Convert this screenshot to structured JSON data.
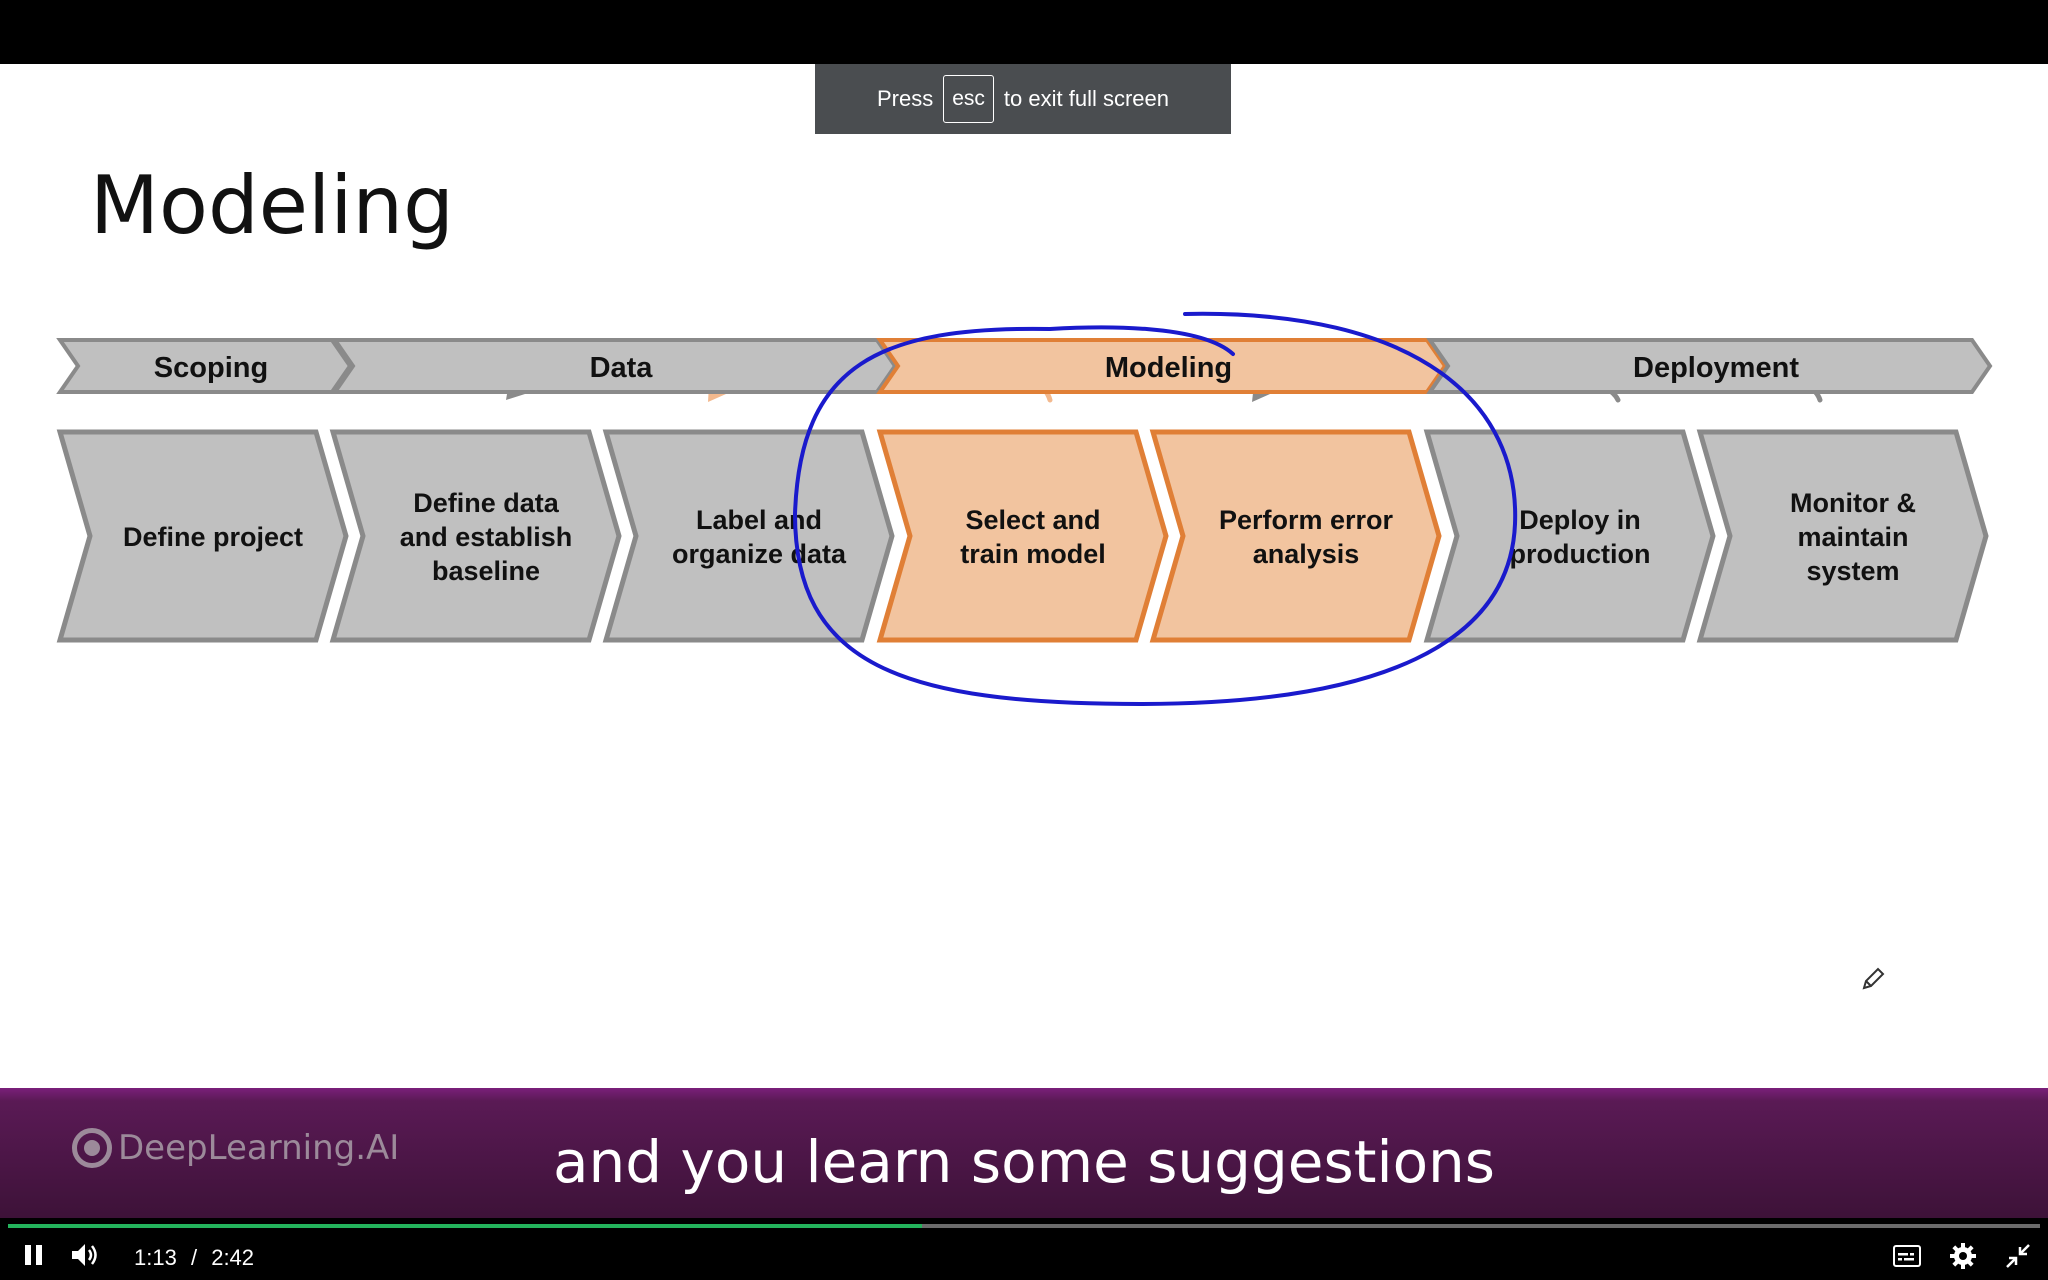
{
  "slide": {
    "title": "Modeling",
    "phases": [
      "Scoping",
      "Data",
      "Modeling",
      "Deployment"
    ],
    "steps": [
      [
        "Define project"
      ],
      [
        "Define data",
        "and establish",
        "baseline"
      ],
      [
        "Label and",
        "organize data"
      ],
      [
        "Select and",
        "train model"
      ],
      [
        "Perform error",
        "analysis"
      ],
      [
        "Deploy in",
        "production"
      ],
      [
        "Monitor &",
        "maintain",
        "system"
      ]
    ],
    "highlighted_phase": "Modeling",
    "colors": {
      "gray": "#c0c0c0",
      "gray_border": "#8a8a8a",
      "orange": "#f2c49f",
      "orange_border": "#e07f36",
      "ink": "#1a1acc"
    }
  },
  "fullscreen_toast": {
    "prefix": "Press",
    "key": "esc",
    "suffix": "to exit full screen"
  },
  "banner": {
    "brand": "DeepLearning.AI",
    "caption": "and you learn some suggestions"
  },
  "player": {
    "current_time": "1:13",
    "separator": "/",
    "duration": "2:42",
    "progress_fraction": 0.45,
    "icons": [
      "pause-icon",
      "volume-icon",
      "captions-icon",
      "settings-gear-icon",
      "exit-fullscreen-icon"
    ]
  }
}
